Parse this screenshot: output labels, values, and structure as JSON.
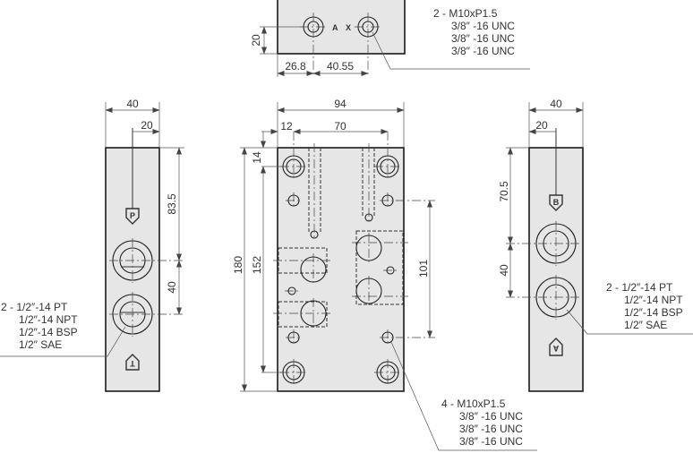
{
  "title": "Hydraulic manifold block – dimensional drawing",
  "top_view": {
    "port_labels": [
      "A",
      "X"
    ],
    "dims": {
      "height": "20",
      "offset1": "26.8",
      "offset2": "40.55"
    },
    "callout": [
      "2 - M10xP1.5",
      "3/8″ -16 UNC",
      "3/8″ -16 UNC",
      "3/8″ -16 UNC"
    ]
  },
  "left_view": {
    "port_labels": [
      "P",
      "T"
    ],
    "dims": {
      "width": "40",
      "half_width": "20",
      "port_from_top": "83.5",
      "port_spacing": "40"
    },
    "callout": [
      "2 - 1/2″-14 PT",
      "1/2″-14 NPT",
      "1/2″-14 BSP",
      "1/2″ SAE"
    ]
  },
  "front_view": {
    "dims": {
      "width": "94",
      "edge_offset": "12",
      "hole_spacing": "70",
      "top_offset": "14",
      "height": "180",
      "hole_vertical_spacing": "152",
      "inner_spacing": "101"
    },
    "callout": [
      "4 - M10xP1.5",
      "3/8″ -16 UNC",
      "3/8″ -16 UNC",
      "3/8″ -16 UNC"
    ]
  },
  "right_view": {
    "port_labels": [
      "B",
      "A"
    ],
    "dims": {
      "width": "40",
      "half_width": "20",
      "port_from_top": "70.5",
      "port_spacing": "40"
    },
    "callout": [
      "2 - 1/2″-14 PT",
      "1/2″-14 NPT",
      "1/2″-14 BSP",
      "1/2″ SAE"
    ]
  }
}
